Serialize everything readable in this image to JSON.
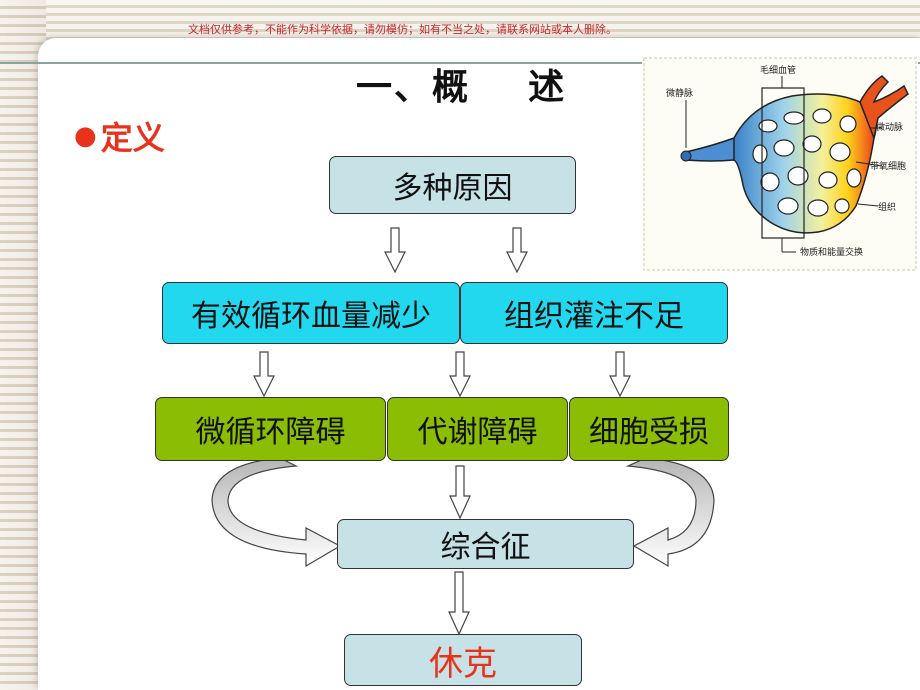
{
  "disclaimer": "文档仅供参考，不能作为科学依据，请勿模仿；如有不当之处，请联系网站或本人删除。",
  "title": "一、概    述",
  "definition": {
    "bullet": "●",
    "label": "定义"
  },
  "flowchart": {
    "top": "多种原因",
    "row2": [
      "有效循环血量减少",
      "组织灌注不足"
    ],
    "row3": [
      "微循环障碍",
      "代谢障碍",
      "细胞受损"
    ],
    "syndrome": "综合征",
    "result": "休克"
  },
  "figure": {
    "labels": {
      "capillary": "毛细血管",
      "venule": "微静脉",
      "arteriole": "微动脉",
      "oxygen_cell": "带氧细胞",
      "tissue": "组织",
      "exchange": "物质和能量交换"
    }
  },
  "colors": {
    "pale_box": "#c6e2e6",
    "cyan_box": "#22d8ee",
    "green_box": "#8cbd05",
    "accent_red": "#e8331c"
  }
}
